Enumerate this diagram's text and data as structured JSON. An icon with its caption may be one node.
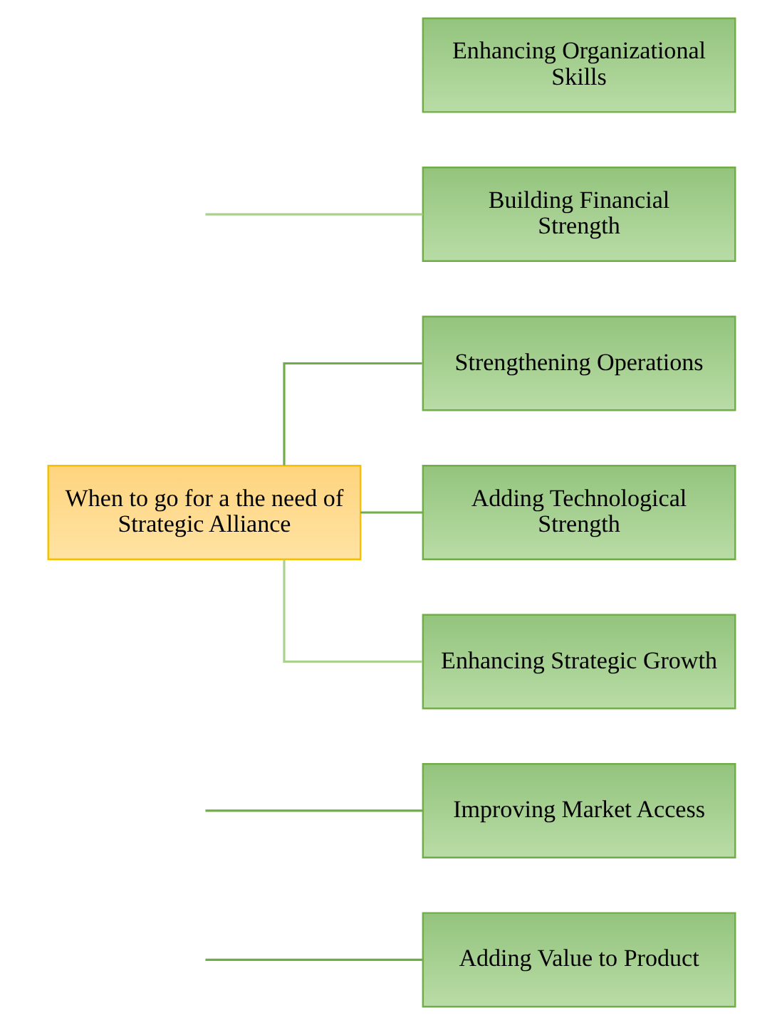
{
  "diagram": {
    "nodes": [
      {
        "text": [
          "When to go for a the need of Strategic Alliance"
        ]
      },
      {
        "text": [
          "Adding Value to Product"
        ]
      },
      {
        "text": [
          "Improving Market Access"
        ]
      },
      {
        "text": [
          "Strengthening Operations"
        ]
      },
      {
        "text": [
          "Adding Technological Strength"
        ]
      },
      {
        "text": [
          "Enhancing Strategic Growth"
        ]
      },
      {
        "text": [
          "Enhancing Organizational Skills"
        ]
      },
      {
        "text": [
          "Building Financial Strength"
        ]
      }
    ],
    "edges": [
      {
        "from": null,
        "to": 1,
        "arrow": "none"
      },
      {
        "from": null,
        "to": 2,
        "arrow": "none"
      },
      {
        "from": 0,
        "to": 3,
        "arrow": "none"
      },
      {
        "from": 0,
        "to": 4,
        "arrow": "none"
      },
      {
        "from": 0,
        "to": 5,
        "arrow": "none",
        "color": "#a9d18e"
      },
      {
        "from": null,
        "to": 7,
        "arrow": "none",
        "color": "#a9d18e"
      }
    ]
  }
}
